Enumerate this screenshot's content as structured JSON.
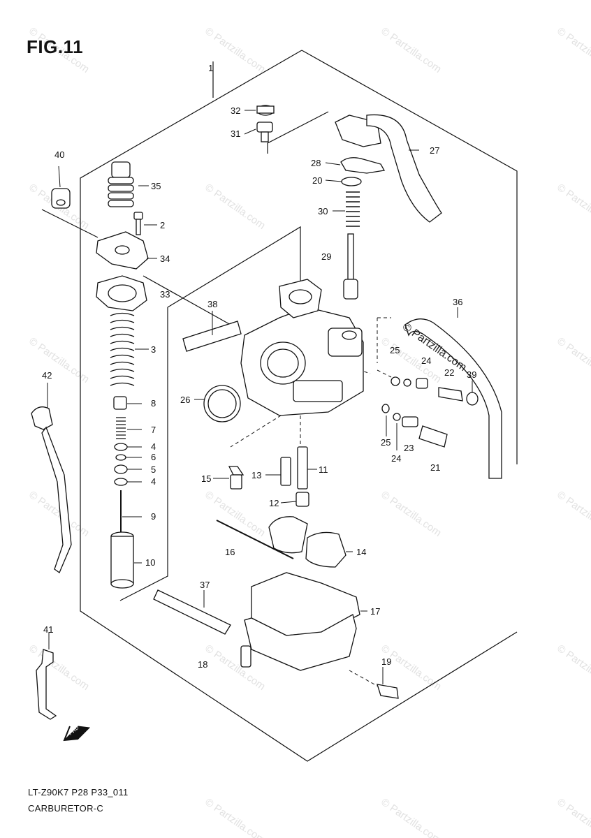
{
  "figure": {
    "title": "FIG.11",
    "code": "LT-Z90K7 P28 P33_011",
    "name": "CARBURETOR-C"
  },
  "watermark": {
    "text": "© Partzilla.com",
    "center_text": "© Partzilla.com"
  },
  "icons": [
    "fwd-arrow-icon"
  ],
  "fwd_label": "FWD",
  "callouts": [
    {
      "id": "1",
      "label": "1"
    },
    {
      "id": "2",
      "label": "2"
    },
    {
      "id": "3",
      "label": "3"
    },
    {
      "id": "4a",
      "label": "4"
    },
    {
      "id": "4b",
      "label": "4"
    },
    {
      "id": "5",
      "label": "5"
    },
    {
      "id": "6",
      "label": "6"
    },
    {
      "id": "7",
      "label": "7"
    },
    {
      "id": "8",
      "label": "8"
    },
    {
      "id": "9",
      "label": "9"
    },
    {
      "id": "10",
      "label": "10"
    },
    {
      "id": "11",
      "label": "11"
    },
    {
      "id": "12",
      "label": "12"
    },
    {
      "id": "13",
      "label": "13"
    },
    {
      "id": "14",
      "label": "14"
    },
    {
      "id": "15",
      "label": "15"
    },
    {
      "id": "16",
      "label": "16"
    },
    {
      "id": "17",
      "label": "17"
    },
    {
      "id": "18",
      "label": "18"
    },
    {
      "id": "19",
      "label": "19"
    },
    {
      "id": "20",
      "label": "20"
    },
    {
      "id": "21",
      "label": "21"
    },
    {
      "id": "22",
      "label": "22"
    },
    {
      "id": "23",
      "label": "23"
    },
    {
      "id": "24a",
      "label": "24"
    },
    {
      "id": "24b",
      "label": "24"
    },
    {
      "id": "25a",
      "label": "25"
    },
    {
      "id": "25b",
      "label": "25"
    },
    {
      "id": "26",
      "label": "26"
    },
    {
      "id": "27",
      "label": "27"
    },
    {
      "id": "28",
      "label": "28"
    },
    {
      "id": "29",
      "label": "29"
    },
    {
      "id": "30",
      "label": "30"
    },
    {
      "id": "31",
      "label": "31"
    },
    {
      "id": "32",
      "label": "32"
    },
    {
      "id": "33",
      "label": "33"
    },
    {
      "id": "34",
      "label": "34"
    },
    {
      "id": "35",
      "label": "35"
    },
    {
      "id": "36",
      "label": "36"
    },
    {
      "id": "37",
      "label": "37"
    },
    {
      "id": "38",
      "label": "38"
    },
    {
      "id": "39",
      "label": "39"
    },
    {
      "id": "40",
      "label": "40"
    },
    {
      "id": "41",
      "label": "41"
    },
    {
      "id": "42",
      "label": "42"
    }
  ]
}
